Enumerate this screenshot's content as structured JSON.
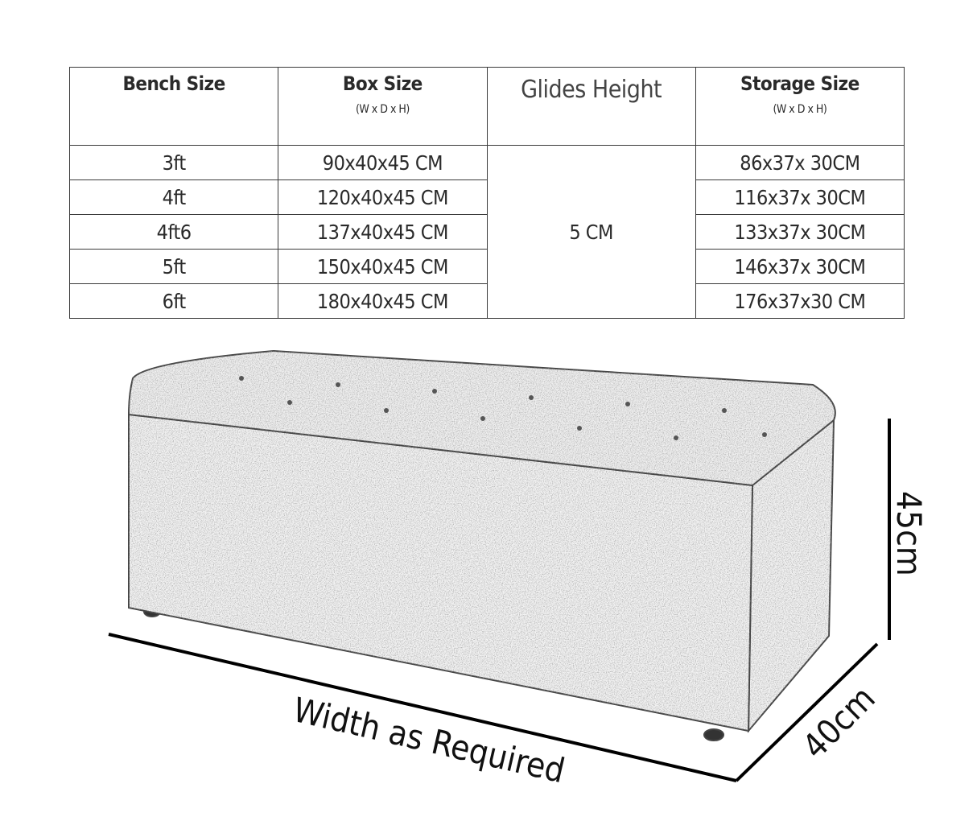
{
  "table": {
    "headers": [
      {
        "title": "Bench Size",
        "sub": ""
      },
      {
        "title": "Box Size",
        "sub": "(W x D x H)"
      },
      {
        "title": "Glides Height",
        "sub": ""
      },
      {
        "title": "Storage Size",
        "sub": "(W x D x H)"
      }
    ],
    "glides_value": "5 CM",
    "rows": [
      {
        "bench": "3ft",
        "box": "90x40x45 CM",
        "storage": "86x37x 30CM"
      },
      {
        "bench": "4ft",
        "box": "120x40x45 CM",
        "storage": "116x37x 30CM"
      },
      {
        "bench": "4ft6",
        "box": "137x40x45 CM",
        "storage": "133x37x 30CM"
      },
      {
        "bench": "5ft",
        "box": "150x40x45 CM",
        "storage": "146x37x 30CM"
      },
      {
        "bench": "6ft",
        "box": "180x40x45 CM",
        "storage": "176x37x30 CM"
      }
    ]
  },
  "diagram": {
    "width_label": "Width as Required",
    "depth_label": "40cm",
    "height_label": "45cm",
    "fabric_color": "#b8b8b8"
  }
}
